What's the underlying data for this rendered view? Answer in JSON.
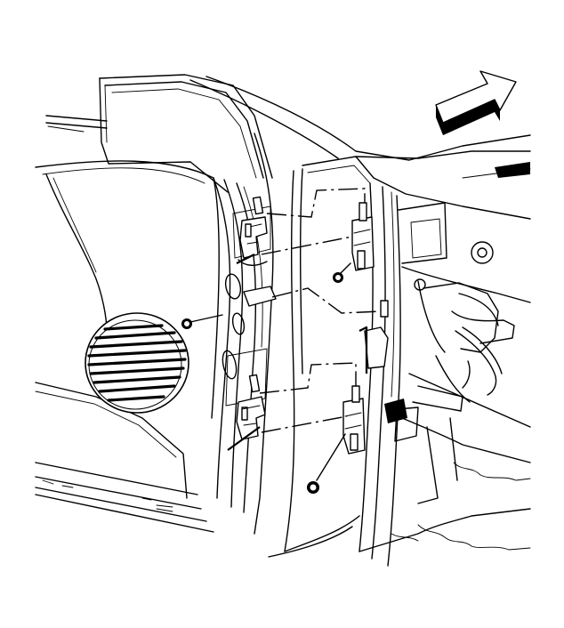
{
  "diagram": {
    "type": "exploded-technical-illustration",
    "subject": "door-hinge-removal",
    "stroke_color": "#000000",
    "background_color": "#ffffff",
    "parts": {
      "upper_hinge_bolts": 2,
      "lower_hinge_bolts": 2,
      "check_link_bolts": 1
    },
    "icons": {
      "direction": "front-of-vehicle-arrow-icon",
      "speaker": "speaker-grille-icon"
    }
  }
}
